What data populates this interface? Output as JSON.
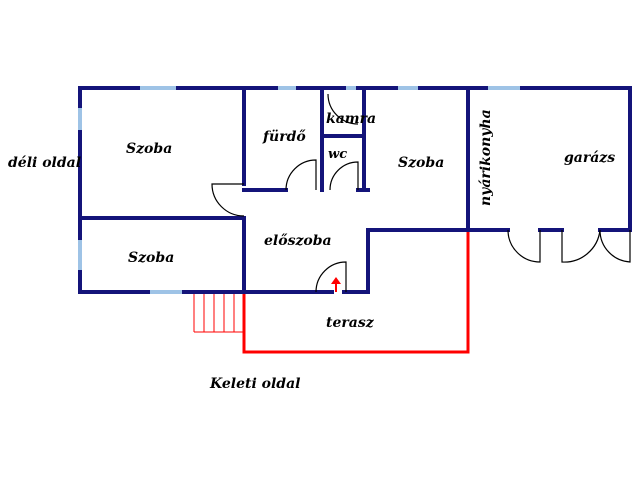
{
  "plan": {
    "side_label_west": "déli oldal",
    "side_label_east_bottom": "Keleti oldal",
    "rooms": {
      "szoba_top_left": "Szoba",
      "szoba_bottom_left": "Szoba",
      "furdo": "fürdő",
      "kamra": "kamra",
      "wc": "wc",
      "szoba_middle": "Szoba",
      "nyarikonyha": "nyárikonyha",
      "garazs": "garázs",
      "eloszoba": "előszoba",
      "terasz": "terasz"
    },
    "colors": {
      "wall": "#14147a",
      "window": "#9ec3e6",
      "terrace": "#ff0000",
      "door": "#000000",
      "entry_arrow": "#ff0000"
    }
  }
}
